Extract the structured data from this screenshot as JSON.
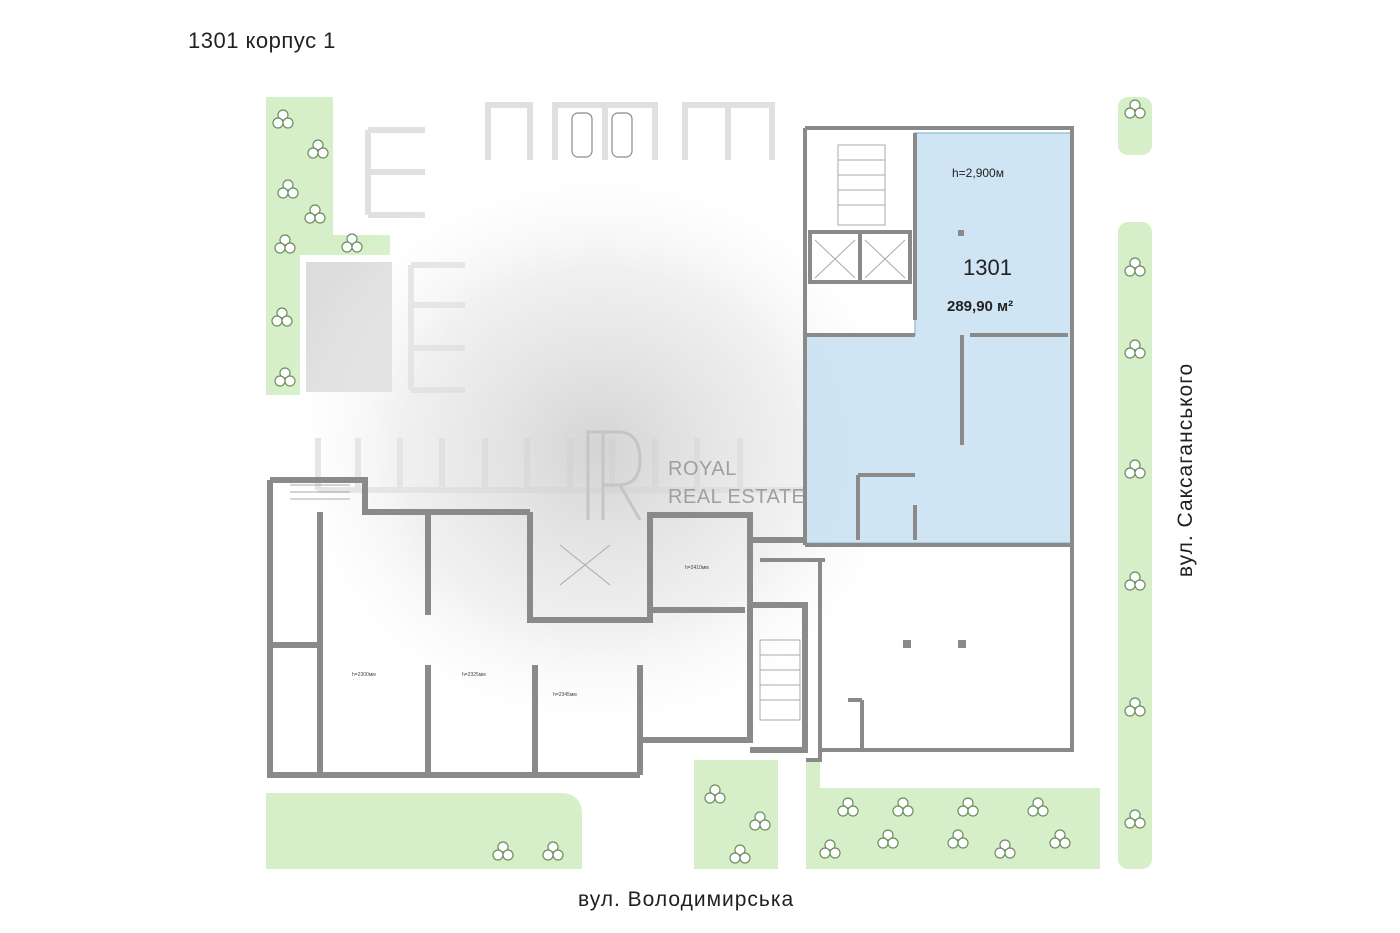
{
  "title": "1301 корпус 1",
  "streets": {
    "bottom": "вул. Володимирська",
    "right": "вул. Саксаганського"
  },
  "unit": {
    "number": "1301",
    "height": "h=2,900м",
    "area": "289,90 м²",
    "highlight_color": "#c7e1f1"
  },
  "rooms": {
    "r1": "h=2300мм",
    "r2": "h=2325мм",
    "r3": "h=2345мм",
    "r4": "h=2410мм"
  },
  "logo": {
    "line1": "ROYAL",
    "line2": "REAL ESTATE"
  },
  "colors": {
    "green": "#d6efc8",
    "wall": "#8a8a8a",
    "parking": "#e5e5e5"
  }
}
